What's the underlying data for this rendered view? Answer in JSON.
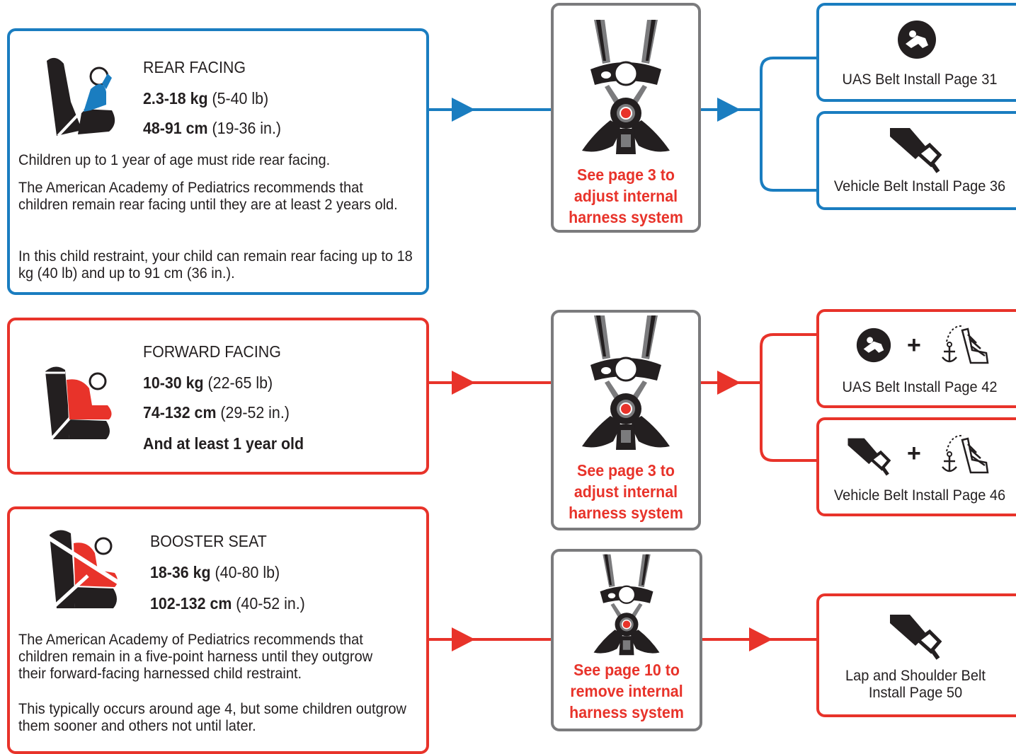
{
  "colors": {
    "blue": "#1a7dc0",
    "red": "#e8332a",
    "gray": "#7b7b7d",
    "text": "#231f20"
  },
  "rear": {
    "title": "REAR FACING",
    "weight_bold": "2.3-18 kg",
    "weight_rest": "(5-40 lb)",
    "height_bold": "48-91 cm",
    "height_rest": "(19-36 in.)",
    "p1": "Children up to 1 year of age must ride rear facing.",
    "p2": "The American Academy of Pediatrics recommends that children remain rear facing until they are at least 2 years old.",
    "p3": "In this child restraint, your child can remain rear facing up to 18 kg (40 lb) and up to 91 cm (36 in.).",
    "icon": "rear-facing-seat-icon"
  },
  "forward": {
    "title": "FORWARD FACING",
    "weight_bold": "10-30 kg",
    "weight_rest": "(22-65 lb)",
    "height_bold": "74-132 cm",
    "height_rest": "(29-52 in.)",
    "age": "And at least 1 year old",
    "icon": "forward-facing-seat-icon"
  },
  "booster": {
    "title": "BOOSTER SEAT",
    "weight_bold": "18-36 kg",
    "weight_rest": "(40-80 lb)",
    "height_bold": "102-132 cm",
    "height_rest": "(40-52 in.)",
    "p1": "The American Academy of Pediatrics recommends that children remain in a five-point harness until they outgrow their forward-facing harnessed child restraint.",
    "p2": "This typically occurs around age 4, but some children outgrow them sooner and others not until later.",
    "icon": "booster-seat-icon"
  },
  "harness": [
    {
      "line1": "See page 3 to",
      "line2": "adjust internal",
      "line3": "harness system",
      "icon": "harness-icon"
    },
    {
      "line1": "See page 3 to",
      "line2": "adjust internal",
      "line3": "harness system",
      "icon": "harness-icon"
    },
    {
      "line1": "See page 10 to",
      "line2": "remove internal",
      "line3": "harness system",
      "icon": "harness-icon"
    }
  ],
  "installs": [
    {
      "label": "UAS Belt Install Page 31",
      "icons": [
        "uas-connector-icon"
      ]
    },
    {
      "label": "Vehicle Belt Install Page 36",
      "icons": [
        "seat-belt-icon"
      ]
    },
    {
      "label": "UAS Belt Install Page 42",
      "icons": [
        "uas-connector-icon",
        "plus-icon",
        "tether-anchor-icon"
      ]
    },
    {
      "label": "Vehicle Belt Install Page 46",
      "icons": [
        "seat-belt-icon",
        "plus-icon",
        "tether-anchor-icon"
      ]
    },
    {
      "label1": "Lap and Shoulder Belt",
      "label2": "Install Page 50",
      "icons": [
        "seat-belt-icon"
      ]
    }
  ],
  "plus": "+"
}
